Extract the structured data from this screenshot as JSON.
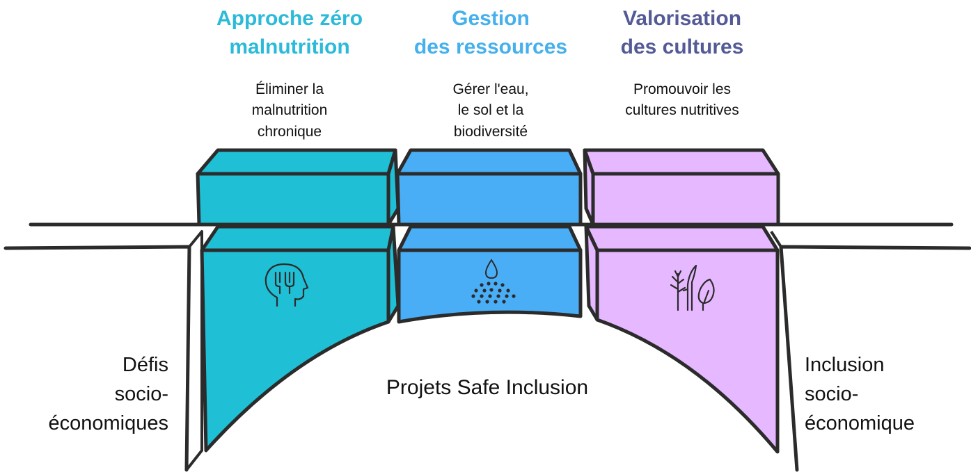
{
  "colors": {
    "teal": "#1fbfd6",
    "blue": "#4aaef7",
    "lilac": "#e6b8ff",
    "teal_text": "#2bbad9",
    "blue_text": "#45b0ec",
    "purple_text": "#535a96",
    "outline": "#2b2b2b"
  },
  "pillars": [
    {
      "title": "Approche zéro\nmalnutrition",
      "description": "Éliminer la\nmalnutrition\nchronique",
      "icon": "head-with-fork-icon"
    },
    {
      "title": "Gestion\ndes ressources",
      "description": "Gérer l'eau,\nle sol et la\nbiodiversité",
      "icon": "water-drop-icon"
    },
    {
      "title": "Valorisation\ndes cultures",
      "description": "Promouvoir les\ncultures nutritives",
      "icon": "plants-icon"
    }
  ],
  "left_label": "Défis\nsocio-\néconomiques",
  "right_label": "Inclusion\nsocio-\néconomique",
  "center_label": "Projets Safe Inclusion"
}
